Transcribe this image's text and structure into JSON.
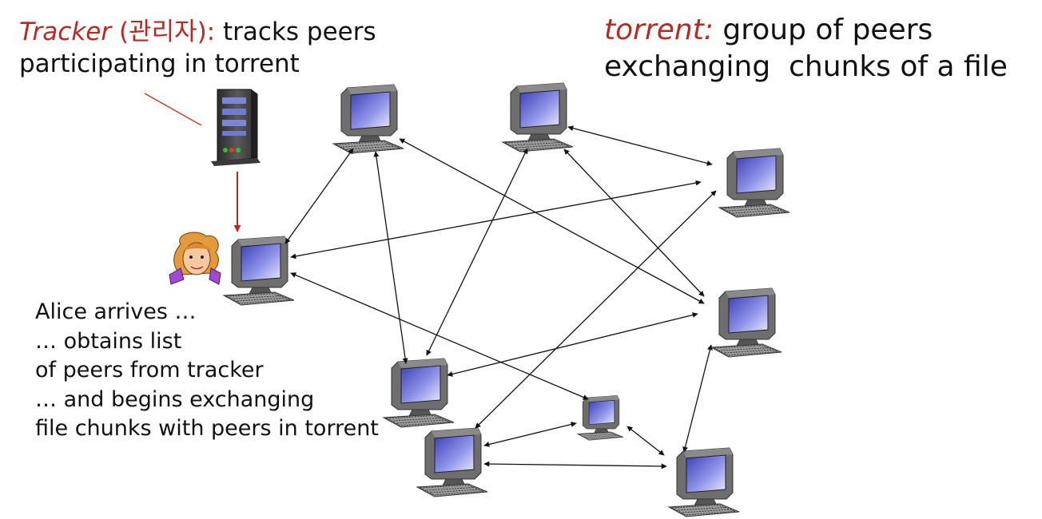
{
  "tracker_note": {
    "term": "Tracker",
    "korean": "(관리자):",
    "desc_line1": "tracks peers",
    "desc_line2": "participating in torrent"
  },
  "torrent_note": {
    "term": "torrent:",
    "desc_line1": "group of peers",
    "desc_line2": "exchanging  chunks of a file"
  },
  "alice_note": {
    "lines": [
      "Alice arrives  …",
      "… obtains list",
      "of peers from tracker",
      "… and begins exchanging",
      "file chunks with peers in torrent"
    ]
  },
  "colors": {
    "accent_red": "#b52a24",
    "text": "#111111",
    "arrow": "#111111",
    "screen_blue": "#6f73d6"
  },
  "nodes": {
    "tracker": "server-icon",
    "alice": "alice-avatar",
    "peers": [
      "laptop-icon",
      "laptop-icon",
      "laptop-icon",
      "laptop-icon",
      "laptop-icon",
      "laptop-icon",
      "laptop-icon",
      "laptop-icon",
      "laptop-icon"
    ]
  }
}
